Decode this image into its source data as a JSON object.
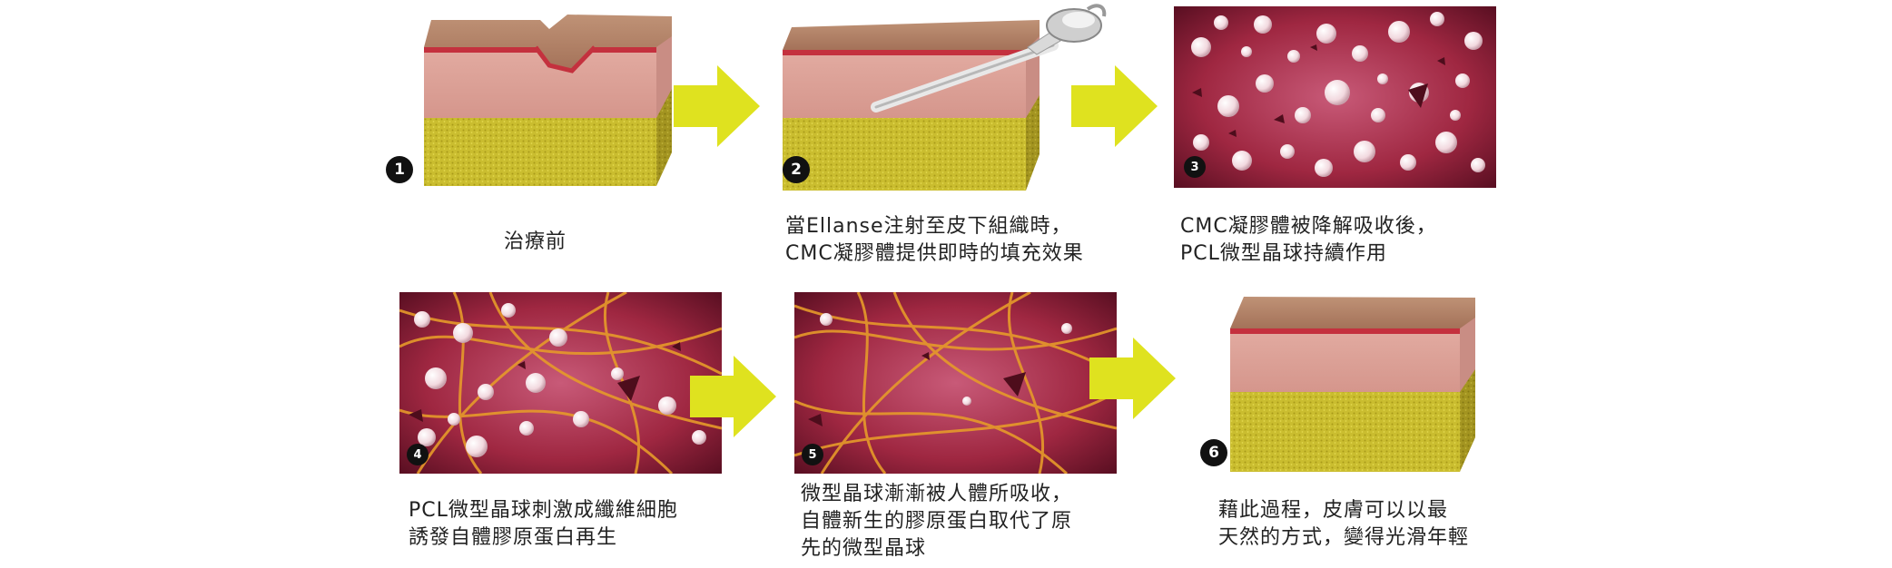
{
  "steps": [
    {
      "number": "1",
      "caption": "治療前"
    },
    {
      "number": "2",
      "caption": "當Ellanse注射至皮下組織時，\nCMC凝膠體提供即時的填充效果"
    },
    {
      "number": "3",
      "caption": "CMC凝膠體被降解吸收後，\nPCL微型晶球持續作用"
    },
    {
      "number": "4",
      "caption": "PCL微型晶球刺激成纖維細胞\n誘發自體膠原蛋白再生"
    },
    {
      "number": "5",
      "caption": "微型晶球漸漸被人體所吸收，\n自體新生的膠原蛋白取代了原\n先的微型晶球"
    },
    {
      "number": "6",
      "caption": "藉此過程，皮膚可以以最\n天然的方式，變得光滑年輕"
    }
  ],
  "colors": {
    "skin_top": "#b98a6f",
    "dermis_red": "#c4313e",
    "pink_layer": "#d9a09a",
    "fat_yellow": "#c9bd2e",
    "tissue_red": "#9f2741",
    "arrow": "#dfe21f"
  },
  "icons": [
    "syringe-icon",
    "arrow-right-icon"
  ]
}
